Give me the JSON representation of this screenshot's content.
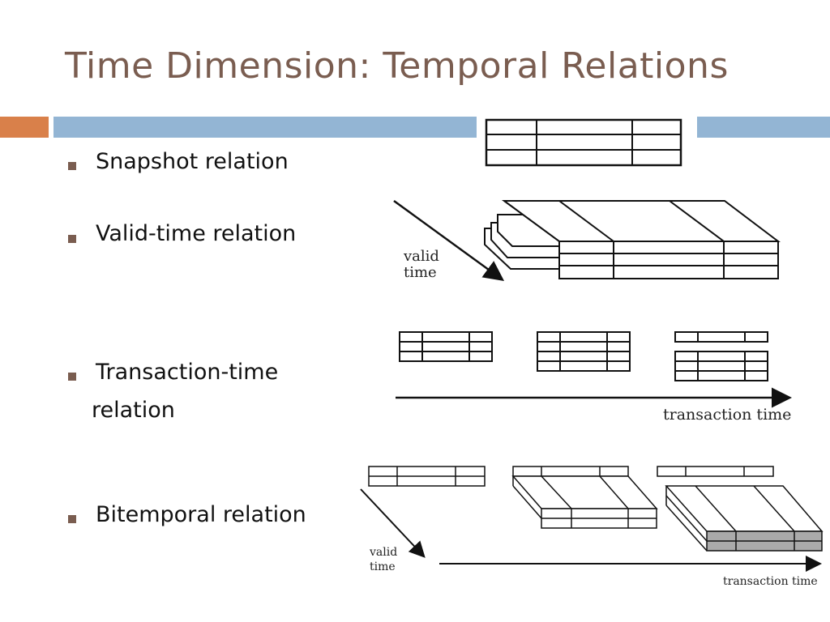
{
  "slide": {
    "title": "Time Dimension: Temporal Relations",
    "bullets": [
      {
        "text": "Snapshot relation"
      },
      {
        "text": "Valid-time relation"
      },
      {
        "text_line1": "Transaction-time",
        "text_line2": "relation"
      },
      {
        "text": "Bitemporal relation"
      }
    ]
  },
  "figures": {
    "valid_label_1": "valid",
    "valid_label_2": "time",
    "transaction_label": "transaction time",
    "bitemporal_valid_1": "valid",
    "bitemporal_valid_2": "time",
    "bitemporal_transaction": "transaction time"
  },
  "colors": {
    "title": "#7a5d50",
    "accent_orange": "#d9804a",
    "accent_blue": "#93b5d4",
    "bullet": "#7a5d50",
    "shaded_cells": "#aaaaaa"
  }
}
